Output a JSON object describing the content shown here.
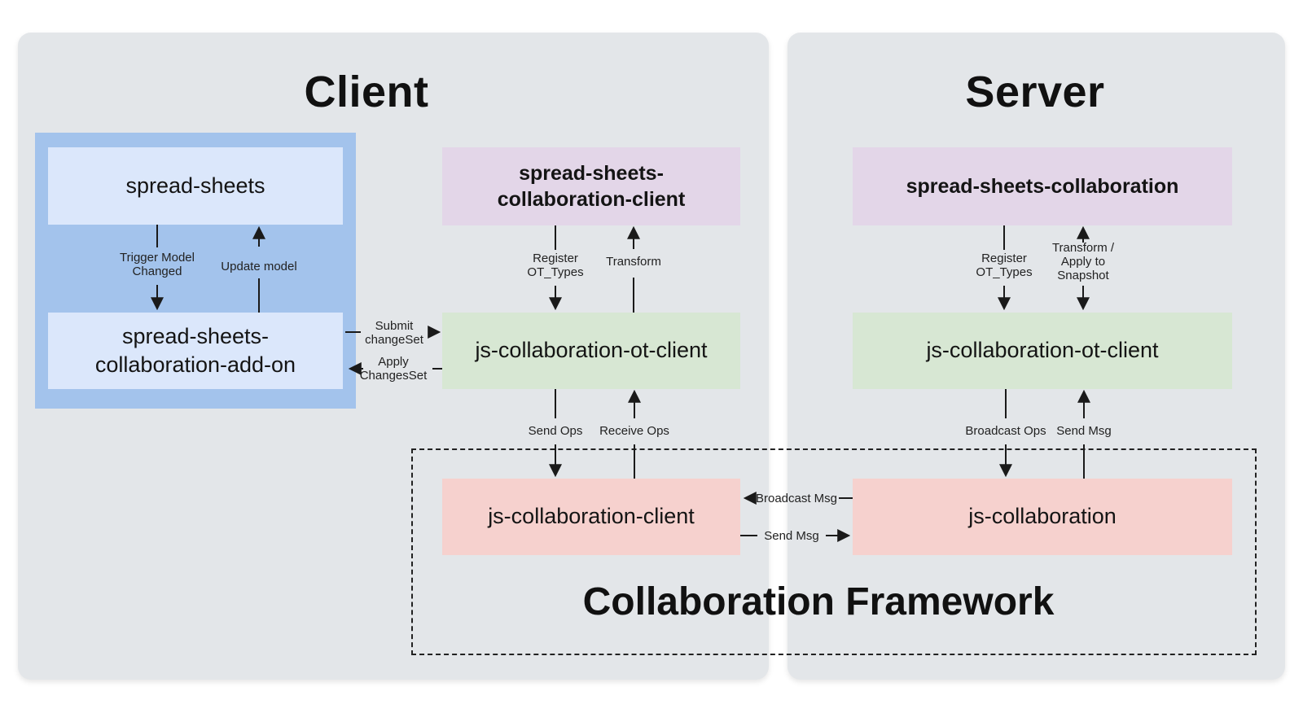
{
  "client_panel": {
    "title": "Client",
    "boxes": {
      "spread_sheets": "spread-sheets",
      "addon": "spread-sheets-\ncollaboration-add-on",
      "collab_client": "spread-sheets-\ncollaboration-client",
      "ot_client": "js-collaboration-ot-client",
      "js_collab_client": "js-collaboration-client"
    },
    "labels": {
      "trigger_model": "Trigger Model\nChanged",
      "update_model": "Update model",
      "submit_changeset": "Submit\nchangeSet",
      "apply_changesset": "Apply\nChangesSet",
      "register_ot_types": "Register\nOT_Types",
      "transform": "Transform",
      "send_ops": "Send Ops",
      "receive_ops": "Receive Ops"
    }
  },
  "server_panel": {
    "title": "Server",
    "boxes": {
      "collab": "spread-sheets-collaboration",
      "ot_client": "js-collaboration-ot-client",
      "js_collab": "js-collaboration"
    },
    "labels": {
      "register_ot_types": "Register\nOT_Types",
      "transform_apply": "Transform /\nApply to\nSnapshot",
      "broadcast_ops": "Broadcast Ops",
      "send_msg": "Send Msg"
    }
  },
  "framework": {
    "title": "Collaboration Framework",
    "labels": {
      "broadcast_msg": "Broadcast Msg",
      "send_msg": "Send Msg"
    }
  },
  "colors": {
    "panel_bg": "#e3e6e9",
    "container_blue": "#a3c3ec",
    "box_blue": "#dbe7fb",
    "box_purple": "#e3d6e8",
    "box_green": "#d7e7d3",
    "box_red": "#f6d1ce",
    "arrow": "#1a1a1a"
  }
}
